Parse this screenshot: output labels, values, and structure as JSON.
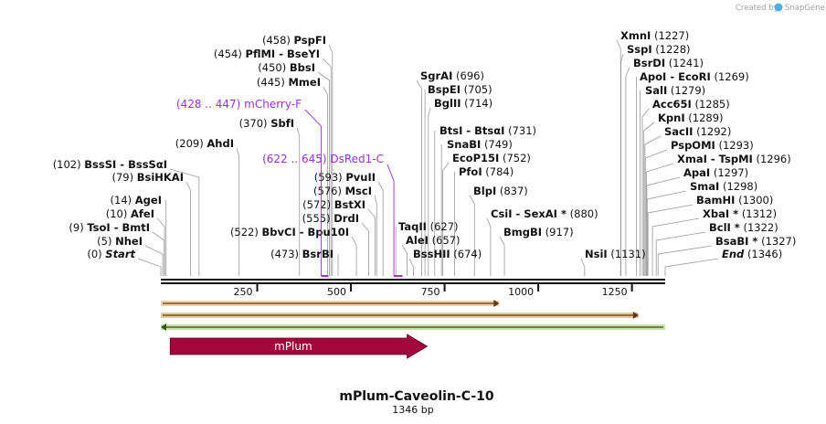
{
  "map": {
    "title": "mPlum-Caveolin-C-10",
    "length_label": "1346 bp",
    "length": 1346,
    "credit_prefix": "Created by",
    "credit_brand": "SnapGene",
    "ticks": [
      "250",
      "500",
      "750",
      "1000",
      "1250"
    ],
    "tick_values": [
      250,
      500,
      750,
      1000,
      1250
    ]
  },
  "sites": [
    {
      "name": "Start",
      "pos": "(0)",
      "loc": 0,
      "side": "L",
      "italic": true
    },
    {
      "name": "NheI",
      "pos": "(5)",
      "loc": 5,
      "side": "L"
    },
    {
      "name": "TsoI  -  BmtI",
      "pos": "(9)",
      "loc": 9,
      "side": "L"
    },
    {
      "name": "AfeI",
      "pos": "(10)",
      "loc": 10,
      "side": "L"
    },
    {
      "name": "AgeI",
      "pos": "(14)",
      "loc": 14,
      "side": "L"
    },
    {
      "name": "BsiHKAI",
      "pos": "(79)",
      "loc": 79,
      "side": "L"
    },
    {
      "name": "BssSI  -  BssSαI",
      "pos": "(102)",
      "loc": 102,
      "side": "L"
    },
    {
      "name": "AhdI",
      "pos": "(209)",
      "loc": 209,
      "side": "L"
    },
    {
      "name": "BbvCI  -  Bpu10I",
      "pos": "(522)",
      "loc": 522,
      "side": "L"
    },
    {
      "name": "BsrBI",
      "pos": "(473)",
      "loc": 473,
      "side": "L"
    },
    {
      "name": "SbfI",
      "pos": "(370)",
      "loc": 370,
      "side": "L"
    },
    {
      "name": "MmeI",
      "pos": "(445)",
      "loc": 445,
      "side": "L"
    },
    {
      "name": "BbsI",
      "pos": "(450)",
      "loc": 450,
      "side": "L"
    },
    {
      "name": "PflMI  -  BseYI",
      "pos": "(454)",
      "loc": 454,
      "side": "L"
    },
    {
      "name": "PspFI",
      "pos": "(458)",
      "loc": 458,
      "side": "L"
    },
    {
      "name": "DrdI",
      "pos": "(555)",
      "loc": 555,
      "side": "L"
    },
    {
      "name": "BstXI",
      "pos": "(572)",
      "loc": 572,
      "side": "L"
    },
    {
      "name": "MscI",
      "pos": "(576)",
      "loc": 576,
      "side": "L"
    },
    {
      "name": "PvuII",
      "pos": "(593)",
      "loc": 593,
      "side": "L"
    },
    {
      "name": "SgrAI",
      "pos": "(696)",
      "loc": 696,
      "side": "R"
    },
    {
      "name": "BspEI",
      "pos": "(705)",
      "loc": 705,
      "side": "R"
    },
    {
      "name": "BglII",
      "pos": "(714)",
      "loc": 714,
      "side": "R"
    },
    {
      "name": "BtsI  -  BtsαI",
      "pos": "(731)",
      "loc": 731,
      "side": "R"
    },
    {
      "name": "SnaBI",
      "pos": "(749)",
      "loc": 749,
      "side": "R"
    },
    {
      "name": "EcoP15I",
      "pos": "(752)",
      "loc": 752,
      "side": "R"
    },
    {
      "name": "PfoI",
      "pos": "(784)",
      "loc": 784,
      "side": "R"
    },
    {
      "name": "BlpI",
      "pos": "(837)",
      "loc": 837,
      "side": "R"
    },
    {
      "name": "TaqII",
      "pos": "(627)",
      "loc": 627,
      "side": "R"
    },
    {
      "name": "AleI",
      "pos": "(657)",
      "loc": 657,
      "side": "R"
    },
    {
      "name": "BssHII",
      "pos": "(674)",
      "loc": 674,
      "side": "R"
    },
    {
      "name": "CsiI  -  SexAI *",
      "pos": "(880)",
      "loc": 880,
      "side": "R"
    },
    {
      "name": "BmgBI",
      "pos": "(917)",
      "loc": 917,
      "side": "R"
    },
    {
      "name": "NsiI",
      "pos": "(1131)",
      "loc": 1131,
      "side": "R"
    },
    {
      "name": "XmnI",
      "pos": "(1227)",
      "loc": 1227,
      "side": "R"
    },
    {
      "name": "SspI",
      "pos": "(1228)",
      "loc": 1228,
      "side": "R"
    },
    {
      "name": "BsrDI",
      "pos": "(1241)",
      "loc": 1241,
      "side": "R"
    },
    {
      "name": "ApoI  -  EcoRI",
      "pos": "(1269)",
      "loc": 1269,
      "side": "R"
    },
    {
      "name": "SalI",
      "pos": "(1279)",
      "loc": 1279,
      "side": "R"
    },
    {
      "name": "Acc65I",
      "pos": "(1285)",
      "loc": 1285,
      "side": "R"
    },
    {
      "name": "KpnI",
      "pos": "(1289)",
      "loc": 1289,
      "side": "R"
    },
    {
      "name": "SacII",
      "pos": "(1292)",
      "loc": 1292,
      "side": "R"
    },
    {
      "name": "PspOMI",
      "pos": "(1293)",
      "loc": 1293,
      "side": "R"
    },
    {
      "name": "XmaI  -  TspMI",
      "pos": "(1296)",
      "loc": 1296,
      "side": "R"
    },
    {
      "name": "ApaI",
      "pos": "(1297)",
      "loc": 1297,
      "side": "R"
    },
    {
      "name": "SmaI",
      "pos": "(1298)",
      "loc": 1298,
      "side": "R"
    },
    {
      "name": "BamHI",
      "pos": "(1300)",
      "loc": 1300,
      "side": "R"
    },
    {
      "name": "XbaI *",
      "pos": "(1312)",
      "loc": 1312,
      "side": "R"
    },
    {
      "name": "BclI *",
      "pos": "(1322)",
      "loc": 1322,
      "side": "R"
    },
    {
      "name": "BsaBI *",
      "pos": "(1327)",
      "loc": 1327,
      "side": "R"
    },
    {
      "name": "End",
      "pos": "(1346)",
      "loc": 1346,
      "side": "R",
      "italic": true
    }
  ],
  "primers": [
    {
      "name": "mCherry-F",
      "range": "(428 .. 447)",
      "start": 428,
      "end": 447
    },
    {
      "name": "DsRed1-C",
      "range": "(622 .. 645)",
      "start": 622,
      "end": 645
    }
  ],
  "feature": {
    "name": "mPlum",
    "start": 25,
    "end": 711,
    "color": "#a3063b"
  },
  "extra_arrows": [
    {
      "start": 0,
      "end": 903,
      "color": "#e8a020",
      "dir": "right"
    },
    {
      "start": 0,
      "end": 1275,
      "color": "#c8821a",
      "dir": "right"
    },
    {
      "start": 0,
      "end": 1346,
      "color": "#7ec13a",
      "dir": "left"
    }
  ]
}
